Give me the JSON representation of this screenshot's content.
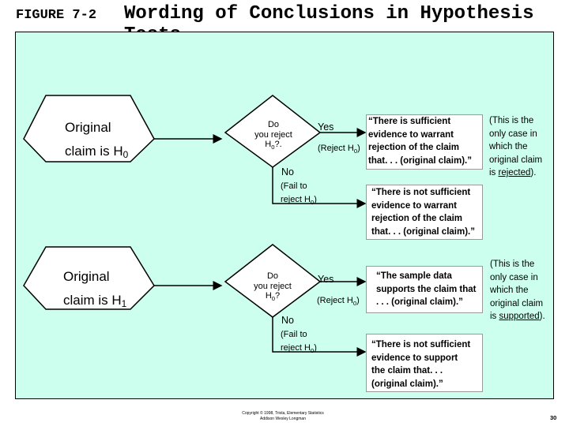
{
  "title": {
    "figure_label": "FIGURE 7-2",
    "text": "Wording of Conclusions in Hypothesis Tests"
  },
  "rows": [
    {
      "claim": {
        "line1": "Original",
        "line2_prefix": "claim is H",
        "line2_sub": "0"
      },
      "decision": {
        "line1": "Do",
        "line2": "you reject",
        "line3_prefix": "H",
        "line3_sub": "0",
        "line3_suffix": "?."
      },
      "yes_label": "Yes",
      "yes_action": {
        "prefix": "(Reject H",
        "sub": "0",
        "suffix": ")"
      },
      "no_label": "No",
      "no_action": {
        "line1": "(Fail to",
        "line2_prefix": "reject H",
        "line2_sub": "0",
        "line2_suffix": ")"
      },
      "yes_result": [
        "“There is sufficient",
        "evidence to warrant",
        "rejection of the claim",
        "that. . . (original claim).”"
      ],
      "no_result": [
        "“There is not sufficient",
        "evidence to warrant",
        "rejection of the claim",
        "that. . . (original claim).”"
      ],
      "note": {
        "lines": [
          "(This  is the",
          "only  case  in",
          "which  the",
          "original claim",
          "is "
        ],
        "emph": "rejected",
        "end": ")."
      }
    },
    {
      "claim": {
        "line1": "Original",
        "line2_prefix": "claim is H",
        "line2_sub": "1"
      },
      "decision": {
        "line1": "Do",
        "line2": "you reject",
        "line3_prefix": "H",
        "line3_sub": "0",
        "line3_suffix": "?"
      },
      "yes_label": "Yes",
      "yes_action": {
        "prefix": "(Reject H",
        "sub": "0",
        "suffix": ")"
      },
      "no_label": "No",
      "no_action": {
        "line1": "(Fail to",
        "line2_prefix": "reject H",
        "line2_sub": "0",
        "line2_suffix": ")"
      },
      "yes_result": [
        "“The  sample data",
        "supports  the claim that",
        ". . .  (original claim).”"
      ],
      "no_result": [
        "“There is not  sufficient",
        "evidence  to  support",
        "the claim that. . .",
        "(original claim).”"
      ],
      "note": {
        "lines": [
          "(This  is the",
          "only  case  in",
          "which  the",
          "original claim",
          "is  "
        ],
        "emph": "supported",
        "end": ")."
      }
    }
  ],
  "footer": {
    "copyright_line1": "Copyright © 1998, Triola, Elementary Statistics",
    "copyright_line2": "Addison Wesley Longman",
    "page_number": "30"
  }
}
